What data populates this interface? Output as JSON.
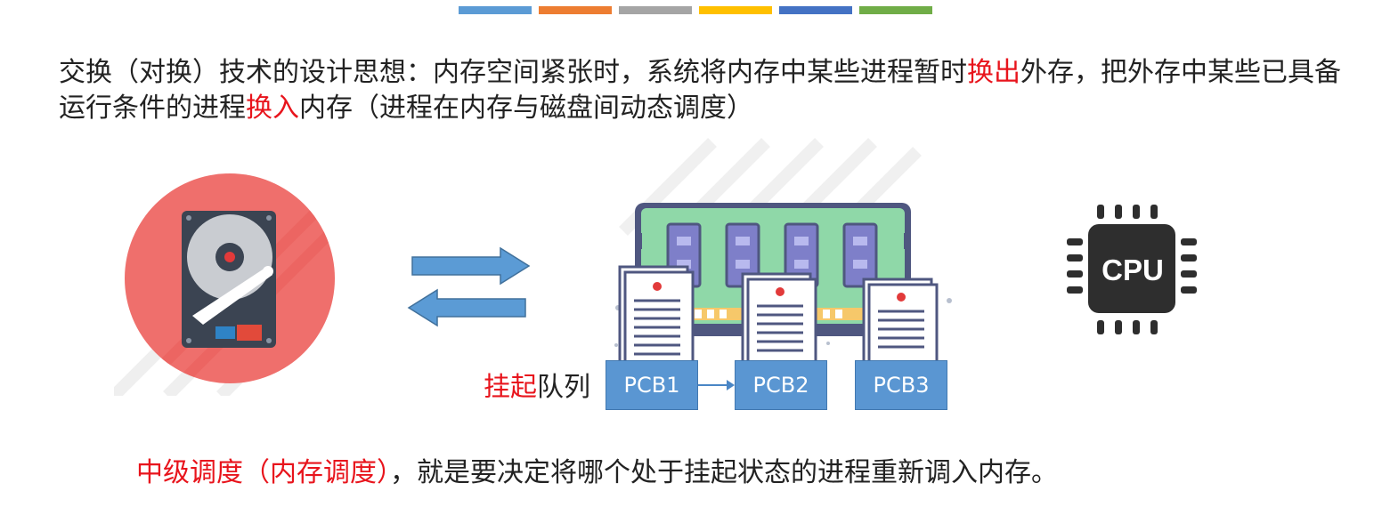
{
  "top_bar_colors": [
    "#5b9bd5",
    "#ed7d31",
    "#a5a5a5",
    "#ffc000",
    "#4472c4",
    "#70ad47"
  ],
  "intro": {
    "part1": "交换（对换）技术的设计思想：内存空间紧张时，系统将内存中某些进程暂时",
    "swap_out": "换出",
    "part2": "外存，把外存中某些已具备运行条件的进程",
    "swap_in": "换入",
    "part3": "内存（进程在内存与磁盘间动态调度）"
  },
  "cpu_label": "CPU",
  "queue": {
    "label_red": "挂起",
    "label_black": "队列",
    "pcbs": [
      "PCB1",
      "PCB2",
      "PCB3"
    ]
  },
  "caption": {
    "red": "中级调度（内存调度）",
    "black": "，就是要决定将哪个处于挂起状态的进程重新调入内存。"
  },
  "colors": {
    "accent_red": "#e8141c",
    "pcb_blue": "#5a96d2",
    "arrow_blue": "#5b9bd5",
    "disk_circle": "#ef6f6c",
    "ram_green": "#8fd8a8",
    "ram_chip": "#7e7fc9",
    "cpu_dark": "#2e2e2e"
  },
  "icons": [
    "hard-disk-icon",
    "memory-module-icon",
    "document-icon",
    "cpu-chip-icon",
    "arrow-right-icon",
    "arrow-left-icon"
  ]
}
